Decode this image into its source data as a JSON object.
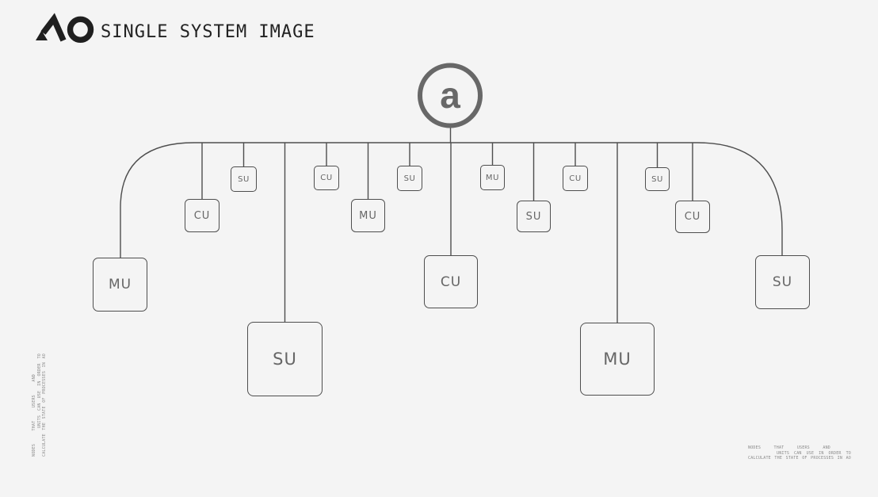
{
  "header": {
    "title": "SINGLE SYSTEM IMAGE",
    "logo": "AO"
  },
  "root": {
    "label": "a"
  },
  "nodes": [
    {
      "label": "MU",
      "size": "lg"
    },
    {
      "label": "CU",
      "size": "md"
    },
    {
      "label": "SU",
      "size": "sm"
    },
    {
      "label": "SU",
      "size": "xl"
    },
    {
      "label": "CU",
      "size": "sm"
    },
    {
      "label": "MU",
      "size": "md"
    },
    {
      "label": "SU",
      "size": "sm"
    },
    {
      "label": "CU",
      "size": "lg"
    },
    {
      "label": "MU",
      "size": "sm"
    },
    {
      "label": "SU",
      "size": "md"
    },
    {
      "label": "CU",
      "size": "sm"
    },
    {
      "label": "MU",
      "size": "xl"
    },
    {
      "label": "SU",
      "size": "sm"
    },
    {
      "label": "CU",
      "size": "md"
    },
    {
      "label": "SU",
      "size": "lg"
    }
  ],
  "caption": {
    "line1": "NODES THAT USERS AND",
    "line2": "UNITS CAN USE IN ORDER TO",
    "line3": "CALCULATE THE STATE OF PROCESSES IN AO"
  },
  "colors": {
    "background": "#f4f4f4",
    "line": "#4e4e4e",
    "node_label": "#666666",
    "root_accent": "#686868",
    "header_text": "#222222",
    "caption_text": "#8a8a8a"
  }
}
